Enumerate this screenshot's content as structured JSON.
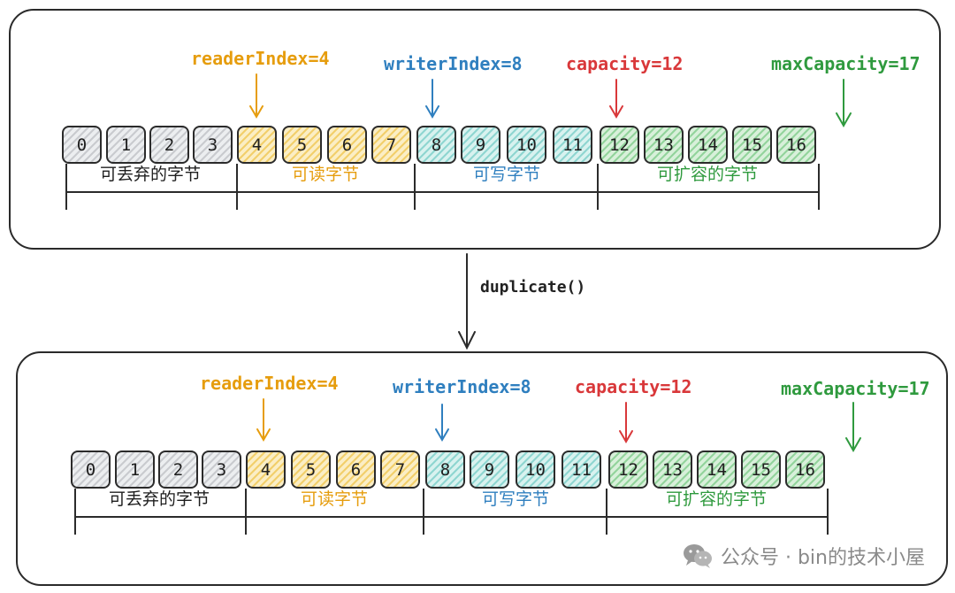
{
  "colors": {
    "reader": "#e69d0e",
    "writer": "#2f7fbf",
    "capacity": "#d9383a",
    "max": "#2f9a3e",
    "discard_text": "#1e1e1e",
    "readable_text": "#e69d0e",
    "writable_text": "#2f7fbf",
    "expandable_text": "#2f9a3e"
  },
  "top": {
    "pointers": {
      "reader": "readerIndex=4",
      "writer": "writerIndex=8",
      "capacity": "capacity=12",
      "max": "maxCapacity=17"
    },
    "cells": [
      "0",
      "1",
      "2",
      "3",
      "4",
      "5",
      "6",
      "7",
      "8",
      "9",
      "10",
      "11",
      "12",
      "13",
      "14",
      "15",
      "16"
    ],
    "regions": {
      "discardable": "可丢弃的字节",
      "readable": "可读字节",
      "writable": "可写字节",
      "expandable": "可扩容的字节"
    }
  },
  "operation": "duplicate()",
  "bottom": {
    "pointers": {
      "reader": "readerIndex=4",
      "writer": "writerIndex=8",
      "capacity": "capacity=12",
      "max": "maxCapacity=17"
    },
    "cells": [
      "0",
      "1",
      "2",
      "3",
      "4",
      "5",
      "6",
      "7",
      "8",
      "9",
      "10",
      "11",
      "12",
      "13",
      "14",
      "15",
      "16"
    ],
    "regions": {
      "discardable": "可丢弃的字节",
      "readable": "可读字节",
      "writable": "可写字节",
      "expandable": "可扩容的字节"
    }
  },
  "watermark": {
    "icon": "wechat-icon",
    "text": "公众号 · bin的技术小屋"
  }
}
